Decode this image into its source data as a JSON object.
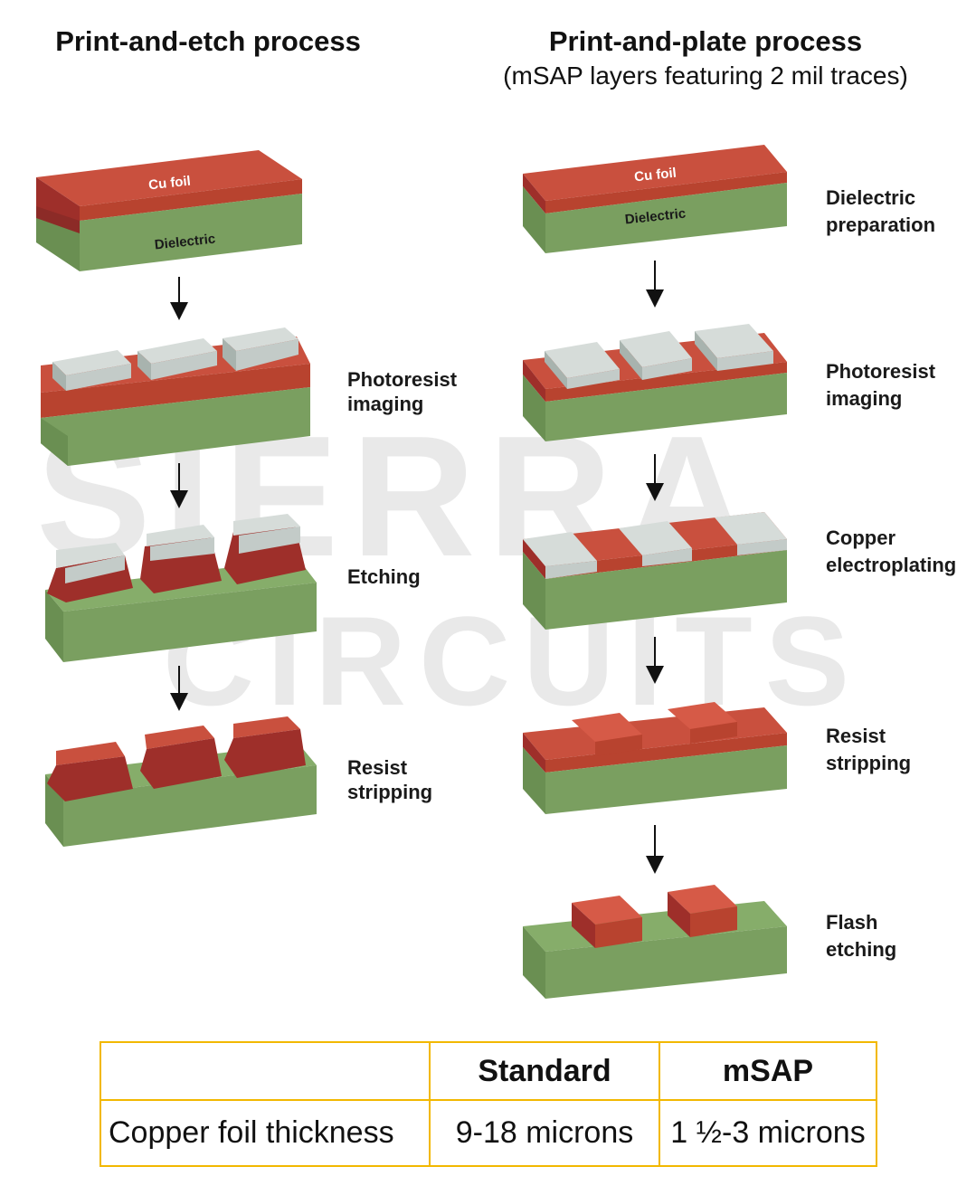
{
  "titles": {
    "left": "Print-and-etch process",
    "right": "Print-and-plate process",
    "right_sub": "(mSAP layers featuring 2 mil traces)"
  },
  "watermark": {
    "line1": "SIERRA",
    "line2": "CIRCUITS"
  },
  "layer_labels": {
    "foil": "Cu foil",
    "dielectric": "Dielectric"
  },
  "left_steps": [
    {
      "label_line1": "Photoresist",
      "label_line2": "imaging"
    },
    {
      "label_line1": "Etching",
      "label_line2": ""
    },
    {
      "label_line1": "Resist",
      "label_line2": "stripping"
    }
  ],
  "right_steps": [
    {
      "label_line1": "Dielectric",
      "label_line2": "preparation"
    },
    {
      "label_line1": "Photoresist",
      "label_line2": "imaging"
    },
    {
      "label_line1": "Copper",
      "label_line2": "electroplating"
    },
    {
      "label_line1": "Resist",
      "label_line2": "stripping"
    },
    {
      "label_line1": "Flash",
      "label_line2": "etching"
    }
  ],
  "colors": {
    "copper_top": "#c9503e",
    "copper_front": "#b8432f",
    "copper_side": "#9e2f2a",
    "dielectric_top": "#86ad6a",
    "dielectric_front": "#7a9f60",
    "dielectric_side": "#6a8f52",
    "resist_top": "#d6dcd9",
    "resist_front": "#c3cbc8",
    "resist_side": "#a8b3ae",
    "table_border": "#f2b800"
  },
  "table": {
    "headers": [
      "",
      "Standard",
      "mSAP"
    ],
    "rows": [
      [
        "Copper foil thickness",
        "9-18 microns",
        "1 ½-3 microns"
      ]
    ]
  }
}
